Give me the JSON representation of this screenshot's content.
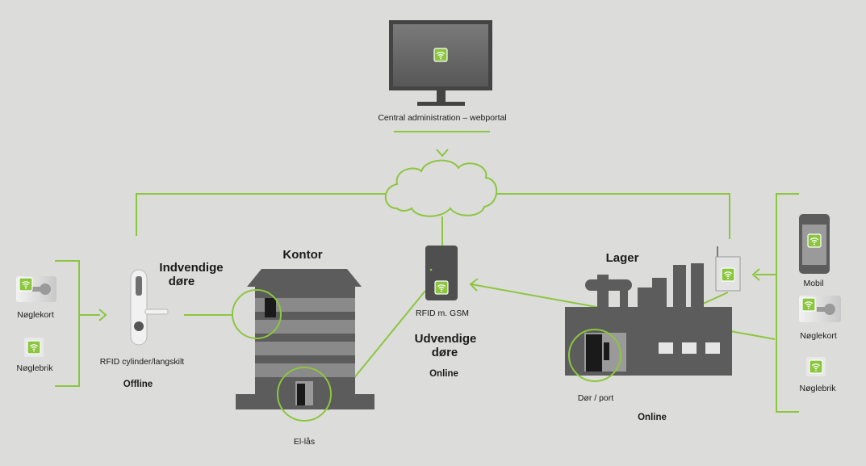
{
  "colors": {
    "background": "#dcdcdb",
    "connector": "#8cc63f",
    "device_dark": "#555555",
    "wifi_badge": "#8cc63f"
  },
  "icons": [
    "monitor-icon",
    "cloud-icon",
    "rfid-lock-icon",
    "office-building-icon",
    "gsm-box-icon",
    "factory-icon",
    "phone-icon",
    "key-card-icon",
    "key-fob-icon",
    "wifi-badge-icon",
    "door-icon",
    "arrow-icon"
  ],
  "central": {
    "label": "Central administration – webportal"
  },
  "left_inputs": {
    "card_label": "Nøglekort",
    "fob_label": "Nøglebrik"
  },
  "indoor": {
    "heading_line1": "Indvendige",
    "heading_line2": "døre",
    "device_label": "RFID cylinder/langskilt",
    "status": "Offline"
  },
  "office": {
    "heading": "Kontor",
    "lock_label": "El-lås"
  },
  "gsm": {
    "device_label": "RFID m. GSM"
  },
  "outdoor": {
    "heading_line1": "Udvendige",
    "heading_line2": "døre",
    "status": "Online"
  },
  "warehouse": {
    "heading": "Lager",
    "door_label": "Dør / port",
    "status": "Online"
  },
  "right_inputs": {
    "phone_label": "Mobil",
    "card_label": "Nøglekort",
    "fob_label": "Nøglebrik"
  }
}
